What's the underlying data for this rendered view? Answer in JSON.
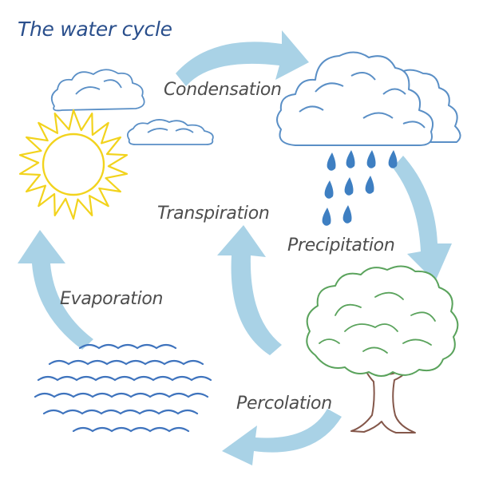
{
  "diagram": {
    "title": "The water cycle",
    "stages": {
      "condensation": "Condensation",
      "transpiration": "Transpiration",
      "precipitation": "Precipitation",
      "evaporation": "Evaporation",
      "percolation": "Percolation"
    }
  },
  "icons": {
    "sun": "sun-icon",
    "clouds": "cloud-icon",
    "rain_cloud": "rain-cloud-icon",
    "rain": "raindrop-icon",
    "tree": "tree-icon",
    "water": "water-waves-icon",
    "arrows": "curved-arrow-icon"
  },
  "colors": {
    "arrow": "#a9d2e6",
    "cloud_stroke": "#5a8fc6",
    "rain": "#3e7fc2",
    "sun": "#f2d31d",
    "tree_canopy": "#5aa35c",
    "tree_trunk": "#84574a",
    "water": "#3e73bd",
    "title": "#2a4f8c",
    "label": "#4d4d4d"
  }
}
